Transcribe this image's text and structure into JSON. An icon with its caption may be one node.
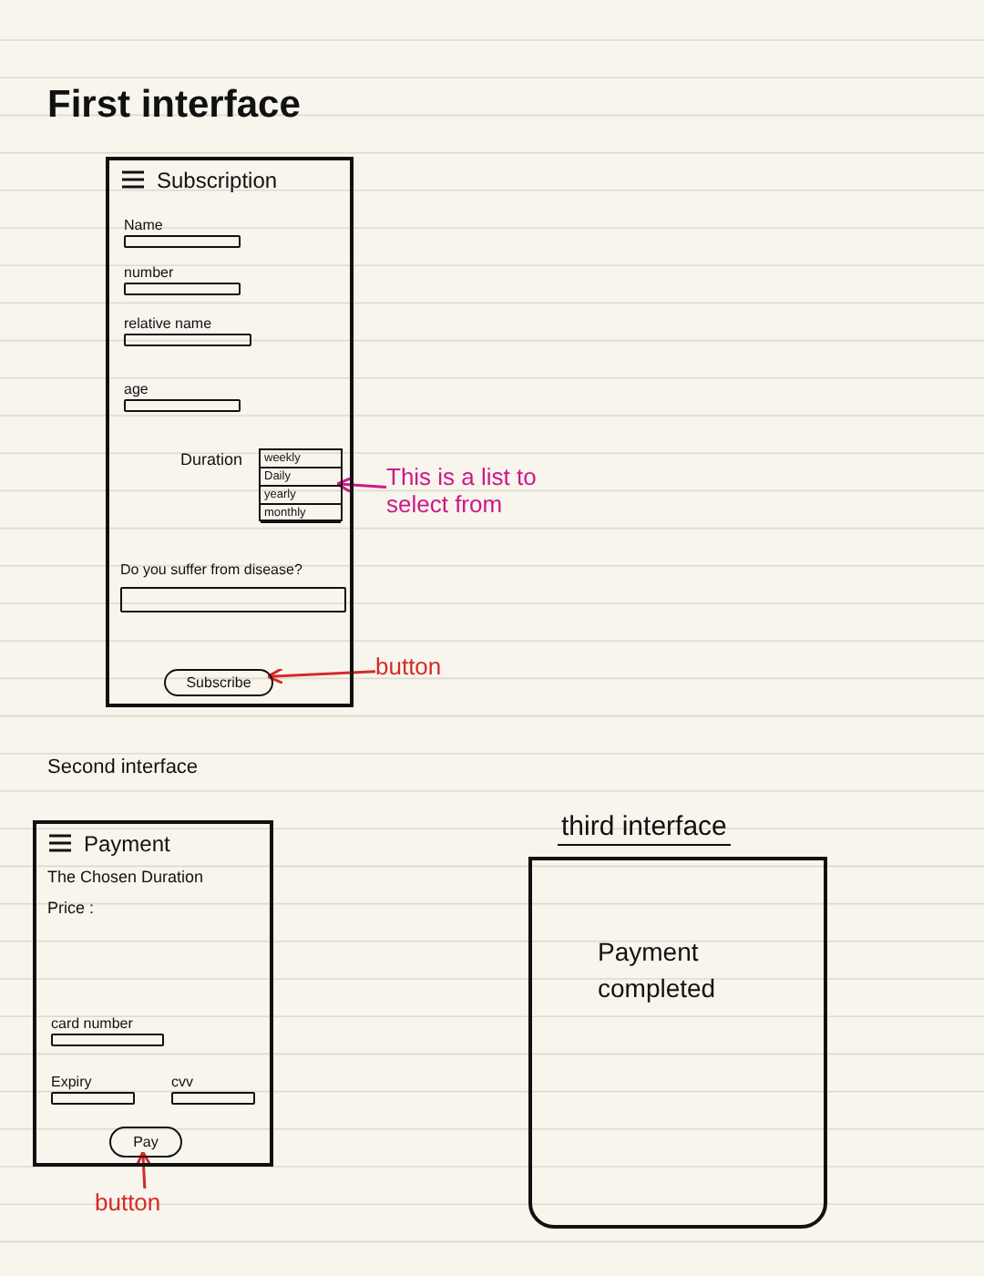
{
  "diagram": {
    "title": "First interface",
    "nodes": [
      {
        "text": [
          "Subscription"
        ]
      },
      {
        "text": [
          "Name"
        ],
        "in": 0
      },
      {
        "text": [
          "number"
        ],
        "in": 0
      },
      {
        "text": [
          "relative name"
        ],
        "in": 0
      },
      {
        "text": [
          "age"
        ],
        "in": 0
      },
      {
        "text": [
          "weekly",
          "Daily",
          "yearly",
          "monthly"
        ],
        "in": 0,
        "beside": [
          "Duration"
        ]
      },
      {
        "text": [
          "Do you suffer from disease?"
        ],
        "in": 0
      },
      {
        "text": [
          "Subscribe"
        ],
        "in": 0
      },
      {
        "text": [
          "This is a list to select from"
        ]
      },
      {
        "text": [
          "button"
        ]
      },
      {
        "text": [
          "Payment",
          "The Chosen Duration",
          "Price :"
        ]
      },
      {
        "text": [
          "card number"
        ],
        "in": 10
      },
      {
        "text": [
          "Expiry"
        ],
        "in": 10
      },
      {
        "text": [
          "cvv"
        ],
        "in": 10
      },
      {
        "text": [
          "Pay"
        ],
        "in": 10
      },
      {
        "text": [
          "button"
        ]
      },
      {
        "text": [
          "Payment completed"
        ]
      }
    ],
    "edges": [
      {
        "from": 8,
        "to": 5,
        "arrow": "to",
        "color": "#d0168a"
      },
      {
        "from": 9,
        "to": 7,
        "arrow": "to"
      },
      {
        "from": 15,
        "to": 14,
        "arrow": "to"
      }
    ],
    "labels": [
      "Second interface",
      "third interface"
    ]
  }
}
